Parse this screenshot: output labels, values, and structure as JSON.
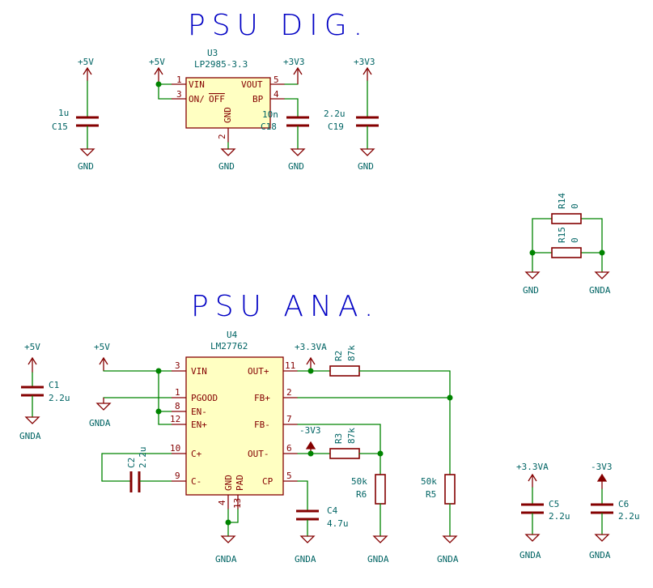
{
  "titles": {
    "dig": "PSU DIG.",
    "ana": "PSU ANA."
  },
  "power": {
    "p5v": "+5V",
    "p3v3": "+3V3",
    "gnd": "GND",
    "gnda": "GNDA",
    "p3v3a": "+3.3VA",
    "n3v3": "-3V3"
  },
  "u3": {
    "ref": "U3",
    "value": "LP2985-3.3",
    "pins": {
      "vin": "VIN",
      "onoff_on": "ON/",
      "onoff_off": "OFF",
      "vout": "VOUT",
      "bp": "BP",
      "gnd": "GND",
      "n1": "1",
      "n2": "2",
      "n3": "3",
      "n4": "4",
      "n5": "5"
    }
  },
  "u4": {
    "ref": "U4",
    "value": "LM27762",
    "pins": {
      "vin": "VIN",
      "pgood": "PGOOD",
      "en_minus": "EN-",
      "en_plus": "EN+",
      "c_plus": "C+",
      "c_minus": "C-",
      "gnd": "GND",
      "pad": "PAD",
      "out_plus": "OUT+",
      "fb_plus": "FB+",
      "fb_minus": "FB-",
      "out_minus": "OUT-",
      "cp": "CP",
      "n1": "1",
      "n2": "2",
      "n3": "3",
      "n4": "4",
      "n5": "5",
      "n6": "6",
      "n7": "7",
      "n8": "8",
      "n9": "9",
      "n10": "10",
      "n11": "11",
      "n12": "12",
      "n13": "13"
    }
  },
  "parts": {
    "c15": {
      "ref": "C15",
      "value": "1u"
    },
    "c18": {
      "ref": "C18",
      "value": "10n"
    },
    "c19": {
      "ref": "C19",
      "value": "2.2u"
    },
    "r14": {
      "ref": "R14",
      "value": "0"
    },
    "r15": {
      "ref": "R15",
      "value": "0"
    },
    "c1": {
      "ref": "C1",
      "value": "2.2u"
    },
    "c2": {
      "ref": "C2",
      "value": "2.2u"
    },
    "c4": {
      "ref": "C4",
      "value": "4.7u"
    },
    "c5": {
      "ref": "C5",
      "value": "2.2u"
    },
    "c6": {
      "ref": "C6",
      "value": "2.2u"
    },
    "r2": {
      "ref": "R2",
      "value": "87k"
    },
    "r3": {
      "ref": "R3",
      "value": "87k"
    },
    "r5": {
      "ref": "R5",
      "value": "50k"
    },
    "r6": {
      "ref": "R6",
      "value": "50k"
    }
  },
  "colors": {
    "wire": "#008400",
    "component": "#840000",
    "body_fill": "#ffffc2",
    "label_text": "#006464",
    "title_text": "#0000c4",
    "background": "#ffffff"
  }
}
